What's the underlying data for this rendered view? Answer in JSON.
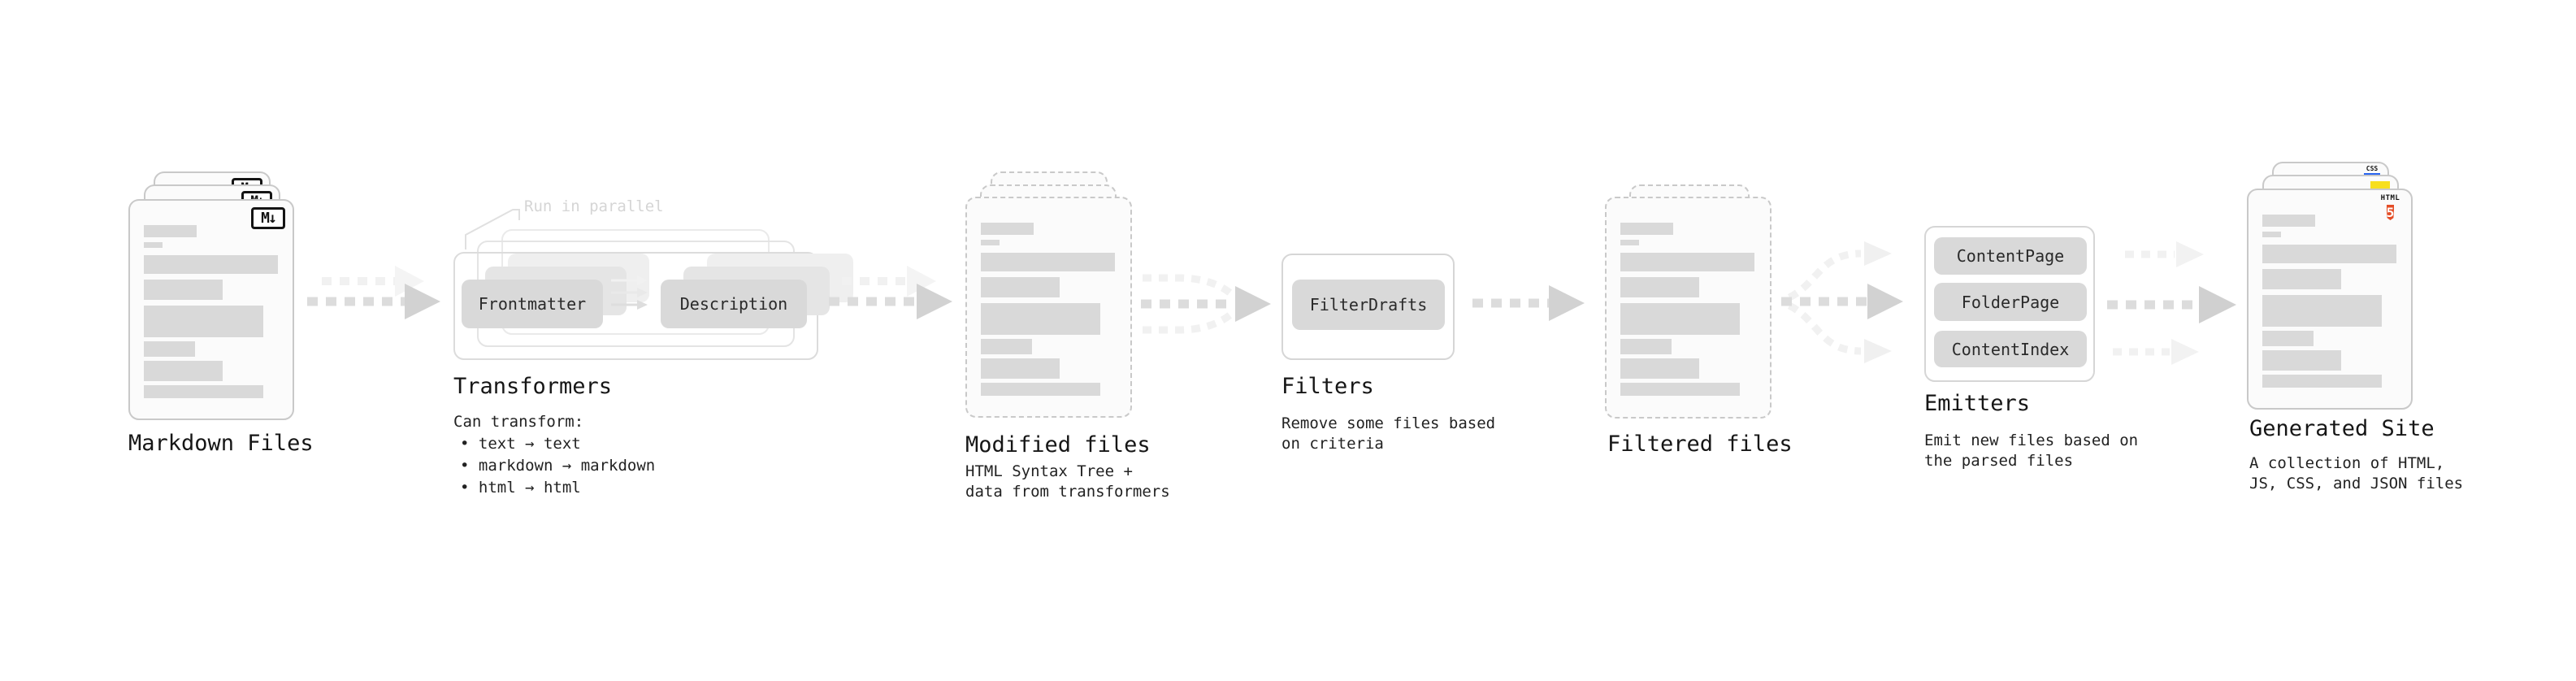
{
  "icons": {
    "markdown_icon": "M↓",
    "html5_icon_label": "HTML",
    "html5_icon_number": "5",
    "css_icon_label": "CSS"
  },
  "colors": {
    "html5_orange": "#e44d26",
    "js_yellow": "#f7df1e",
    "css_blue": "#2965f1",
    "skeleton_gray": "#d9d9d9"
  },
  "stages": {
    "markdown_files": {
      "label": "Markdown Files"
    },
    "transformers": {
      "title": "Transformers",
      "annotation": "Run in parallel",
      "transformer_1": "Frontmatter",
      "transformer_2": "Description",
      "description": "Can transform:",
      "bullets": [
        "• text → text",
        "• markdown → markdown",
        "• html → html"
      ]
    },
    "modified_files": {
      "label": "Modified files",
      "description": "HTML Syntax Tree +\ndata from transformers"
    },
    "filters": {
      "title": "Filters",
      "filter_1": "FilterDrafts",
      "description": "Remove some files based\non criteria"
    },
    "filtered_files": {
      "label": "Filtered files"
    },
    "emitters": {
      "title": "Emitters",
      "emitter_1": "ContentPage",
      "emitter_2": "FolderPage",
      "emitter_3": "ContentIndex",
      "description": "Emit new files based on\nthe parsed files"
    },
    "generated_site": {
      "label": "Generated Site",
      "description": "A collection of HTML,\nJS, CSS, and JSON files"
    }
  }
}
